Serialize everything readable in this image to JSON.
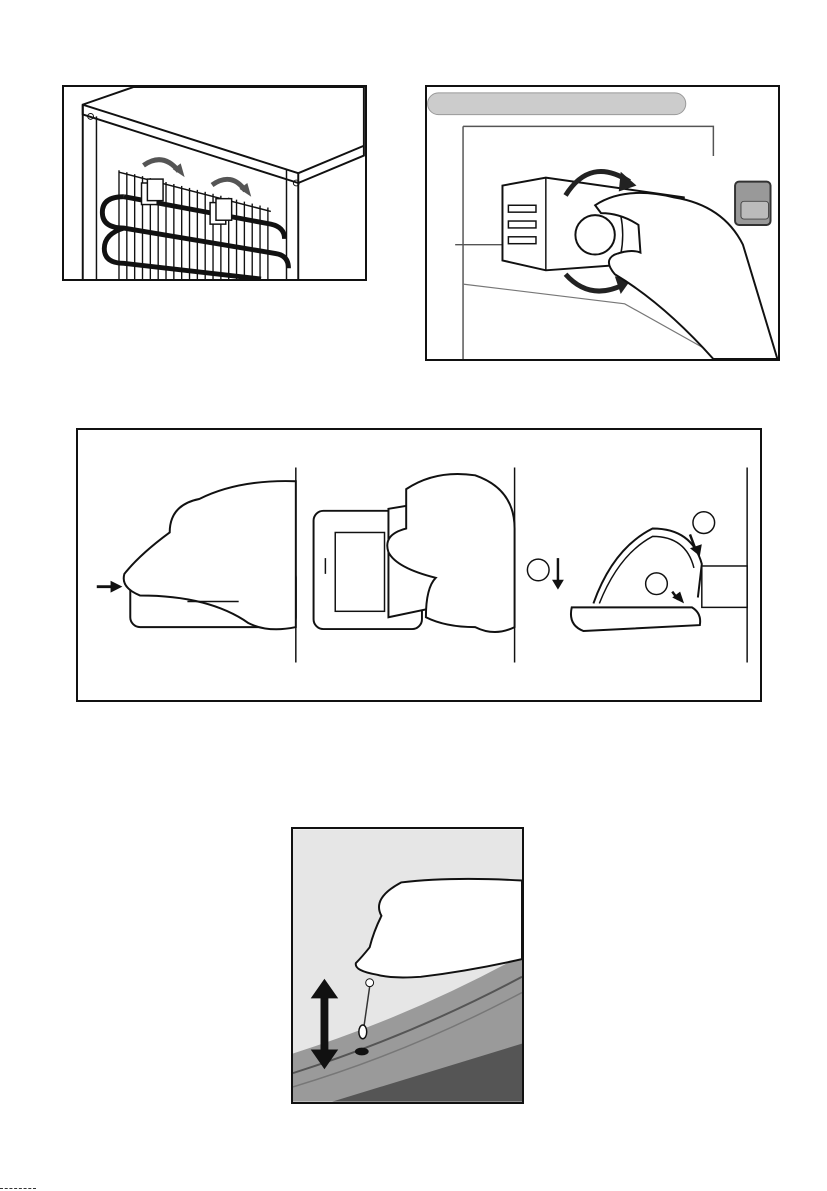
{
  "page": {
    "figures": [
      {
        "id": "fig-condenser",
        "icon": "condenser-spacers-illustration"
      },
      {
        "id": "fig-thermostat",
        "icon": "thermostat-knob-illustration"
      },
      {
        "id": "fig-lamp",
        "icon": "lamp-cover-removal-illustration"
      },
      {
        "id": "fig-drain",
        "icon": "drain-hole-cleaning-illustration"
      }
    ]
  }
}
